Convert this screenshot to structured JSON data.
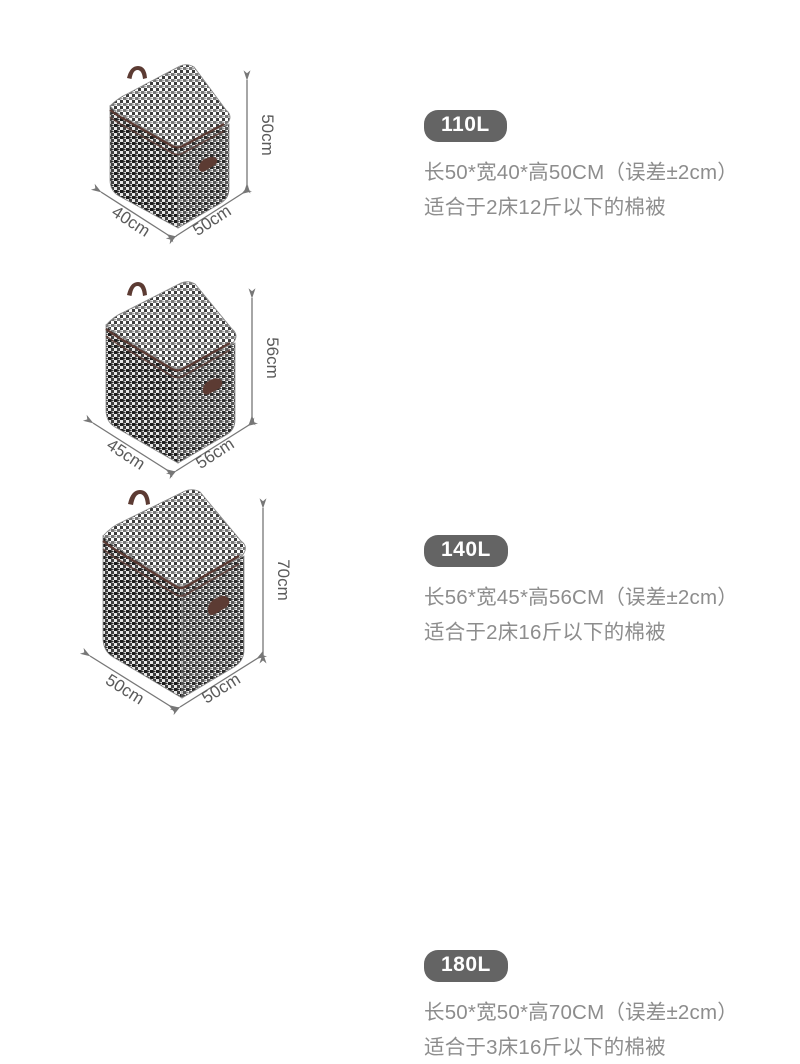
{
  "background_color": "#ffffff",
  "badge_color": "#646464",
  "badge_text_color": "#ffffff",
  "spec_text_color": "#8d8d8d",
  "dimension_line_color": "#777777",
  "product": {
    "type": "houndstooth-storage-bag",
    "fabric_pattern": "houndstooth",
    "trim_color": "#5a3a33",
    "handle_color": "#5c3b33"
  },
  "items": [
    {
      "badge": "110L",
      "size_line": "长50*宽40*高50CM（误差±2cm）",
      "capacity_line": "适合于2床12斤以下的棉被",
      "dimensions": {
        "length_label": "50cm",
        "width_label": "40cm",
        "height_label": "50cm",
        "length_cm": 50,
        "width_cm": 40,
        "height_cm": 50,
        "volume_liters": 110,
        "tolerance_cm": 2
      }
    },
    {
      "badge": "140L",
      "size_line": "长56*宽45*高56CM（误差±2cm）",
      "capacity_line": "适合于2床16斤以下的棉被",
      "dimensions": {
        "length_label": "56cm",
        "width_label": "45cm",
        "height_label": "56cm",
        "length_cm": 56,
        "width_cm": 45,
        "height_cm": 56,
        "volume_liters": 140,
        "tolerance_cm": 2
      }
    },
    {
      "badge": "180L",
      "size_line": "长50*宽50*高70CM（误差±2cm）",
      "capacity_line": "适合于3床16斤以下的棉被",
      "dimensions": {
        "length_label": "50cm",
        "width_label": "50cm",
        "height_label": "70cm",
        "length_cm": 50,
        "width_cm": 50,
        "height_cm": 70,
        "volume_liters": 180,
        "tolerance_cm": 2
      }
    }
  ]
}
